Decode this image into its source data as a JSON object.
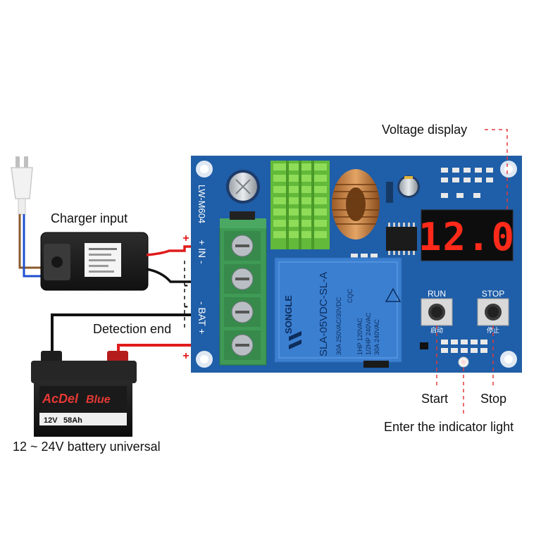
{
  "callouts": {
    "voltage_display": "Voltage display",
    "charger_input": "Charger input",
    "detection_end": "Detection end",
    "battery_universal": "12 ~ 24V battery universal",
    "start": "Start",
    "stop": "Stop",
    "indicator_light": "Enter the indicator light"
  },
  "board": {
    "model": "LW-M604",
    "in_label": "+ IN -",
    "bat_label": "- BAT +",
    "display_value": "12.0",
    "run_label": "RUN",
    "stop_label": "STOP",
    "run_cn": "启动",
    "stop_cn": "停止",
    "polarity_plus": "+",
    "polarity_minus": "-"
  },
  "relay": {
    "brand": "SONGLE",
    "model": "SLA-05VDC-SL-A",
    "rating_1": "30A 250VAC/30VDC",
    "rating_2": "1HP 120VAC",
    "rating_3": "1/2HP 240VAC",
    "rating_4": "30A 240VAC",
    "cert": "CQC"
  },
  "battery": {
    "brand_1": "AcDel",
    "brand_2": "Blue",
    "spec_volt": "12V",
    "spec_ah": "58Ah"
  },
  "colors": {
    "board": "#1f5ea8",
    "board_dark": "#174a87",
    "terminal": "#3f9a55",
    "heatsink": "#7ccf4a",
    "relay": "#3b7fd1",
    "led_red": "#ff2a1a",
    "wire_red": "#e01b1b",
    "wire_black": "#111111",
    "dashed_red": "#e23b3b"
  }
}
